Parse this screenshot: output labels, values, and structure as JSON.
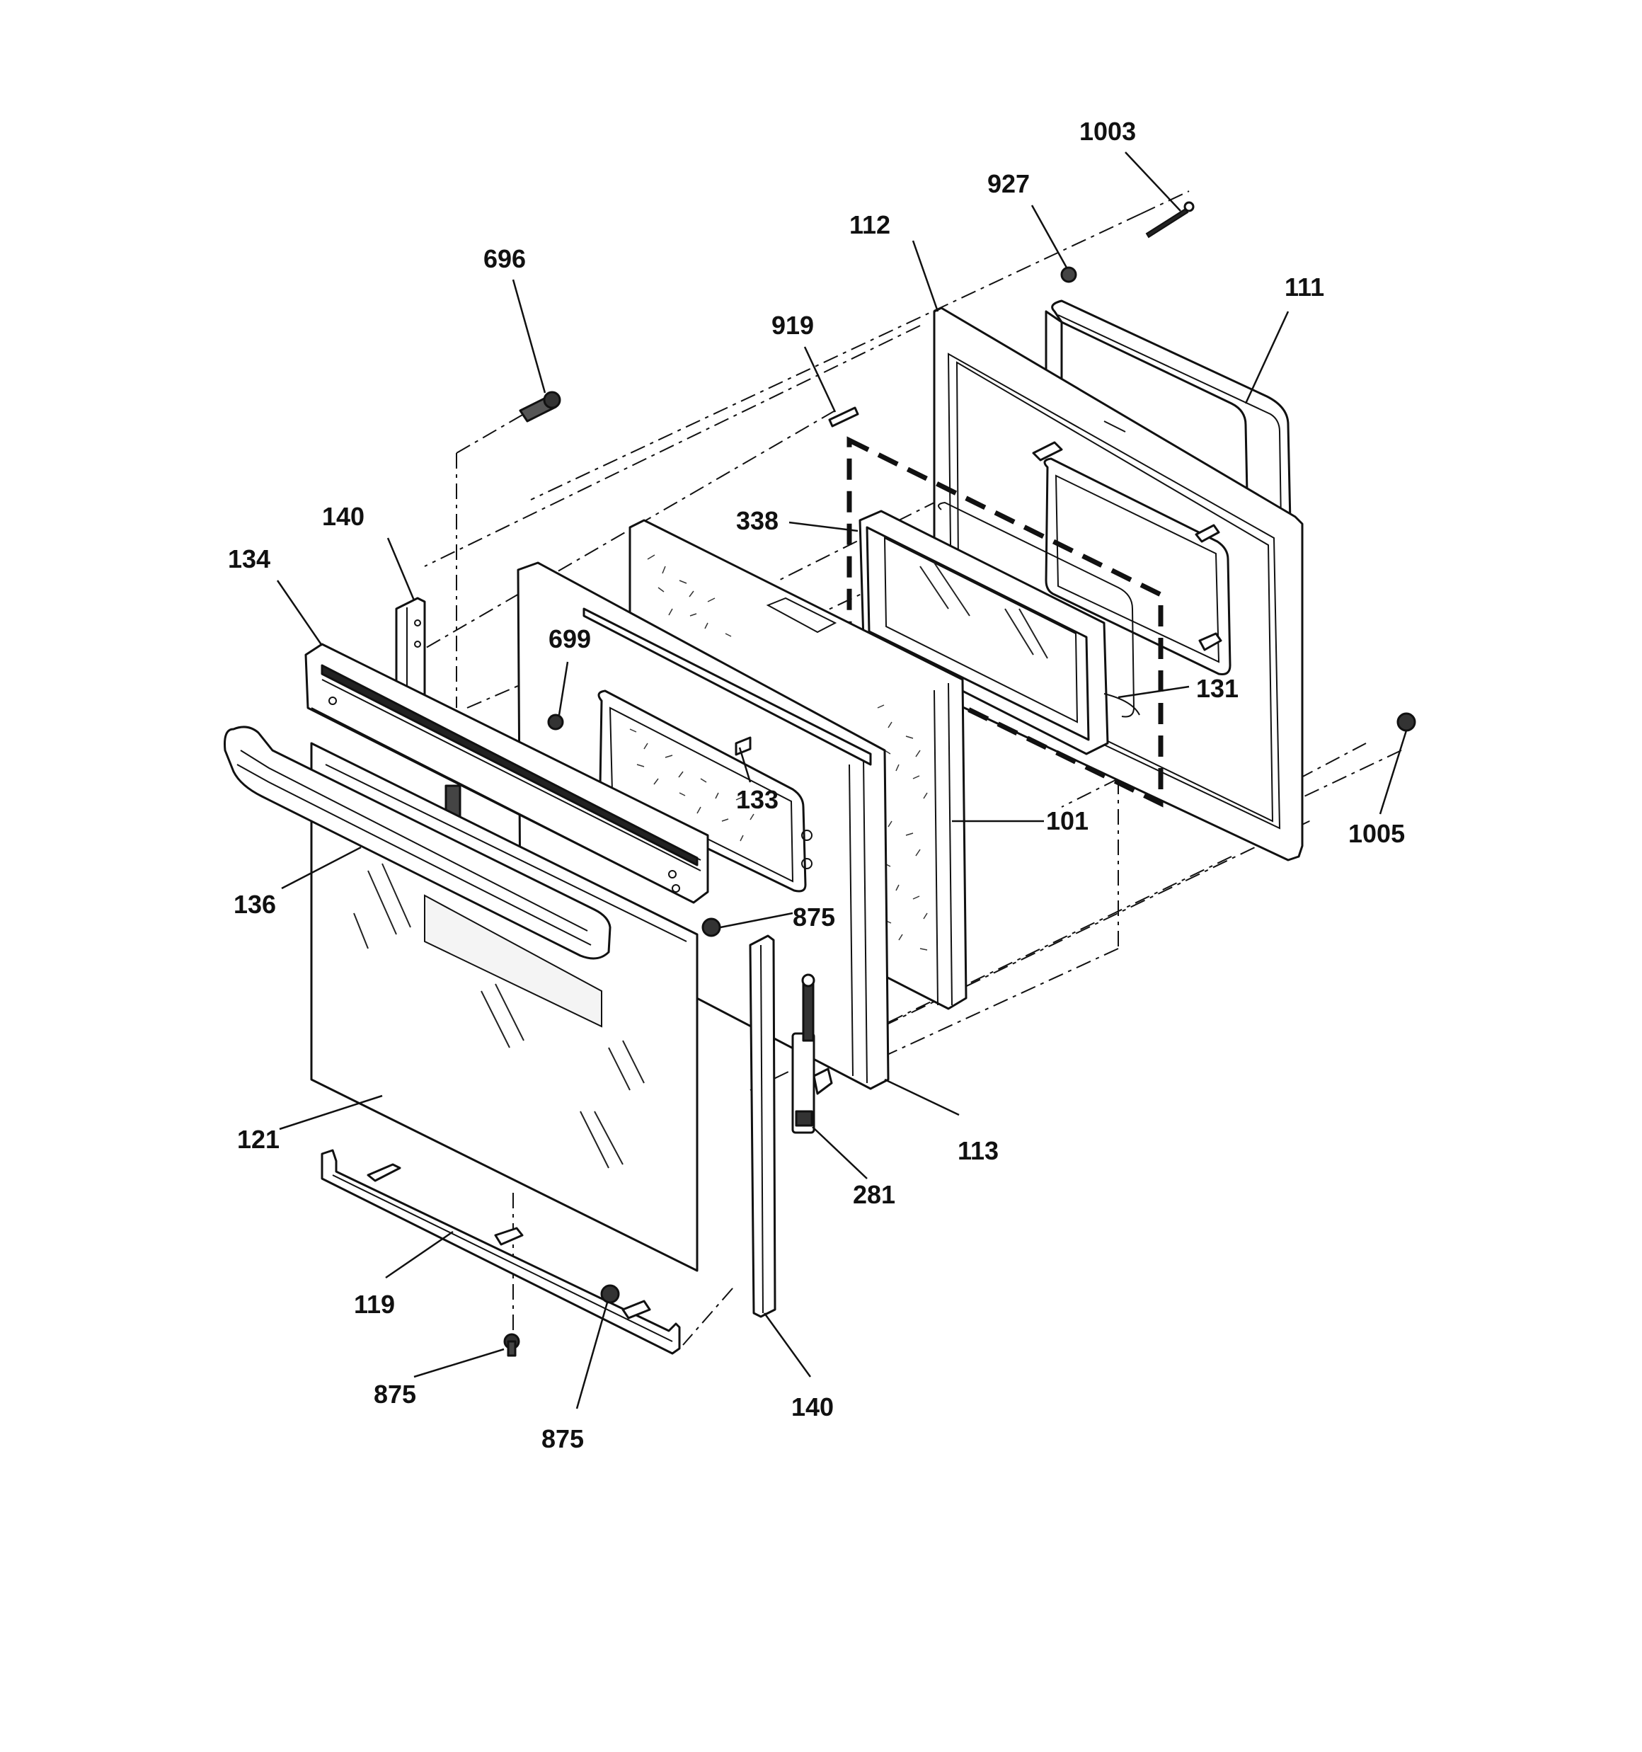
{
  "diagram": {
    "callouts": [
      {
        "id": "c-1003",
        "text": "1003"
      },
      {
        "id": "c-927",
        "text": "927"
      },
      {
        "id": "c-112",
        "text": "112"
      },
      {
        "id": "c-111",
        "text": "111"
      },
      {
        "id": "c-696",
        "text": "696"
      },
      {
        "id": "c-919",
        "text": "919"
      },
      {
        "id": "c-140-top",
        "text": "140"
      },
      {
        "id": "c-134",
        "text": "134"
      },
      {
        "id": "c-338",
        "text": "338"
      },
      {
        "id": "c-699",
        "text": "699"
      },
      {
        "id": "c-131",
        "text": "131"
      },
      {
        "id": "c-1005",
        "text": "1005"
      },
      {
        "id": "c-101",
        "text": "101"
      },
      {
        "id": "c-133",
        "text": "133"
      },
      {
        "id": "c-136",
        "text": "136"
      },
      {
        "id": "c-875-mid",
        "text": "875"
      },
      {
        "id": "c-113",
        "text": "113"
      },
      {
        "id": "c-121",
        "text": "121"
      },
      {
        "id": "c-281",
        "text": "281"
      },
      {
        "id": "c-119",
        "text": "119"
      },
      {
        "id": "c-875-left",
        "text": "875"
      },
      {
        "id": "c-875-bottom",
        "text": "875"
      },
      {
        "id": "c-140-bottom",
        "text": "140"
      }
    ]
  }
}
